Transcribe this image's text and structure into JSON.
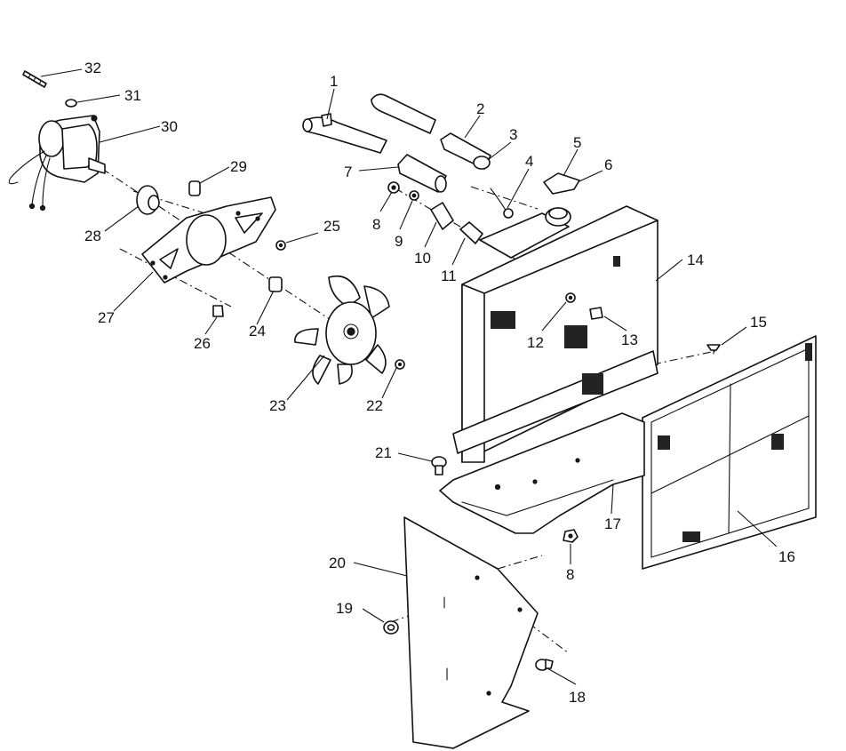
{
  "callouts": [
    "1",
    "2",
    "3",
    "4",
    "5",
    "6",
    "7",
    "8",
    "9",
    "10",
    "11",
    "12",
    "13",
    "14",
    "15",
    "16",
    "17",
    "8",
    "19",
    "20",
    "21",
    "22",
    "23",
    "24",
    "25",
    "26",
    "27",
    "28",
    "29",
    "30",
    "31",
    "32",
    "18"
  ]
}
